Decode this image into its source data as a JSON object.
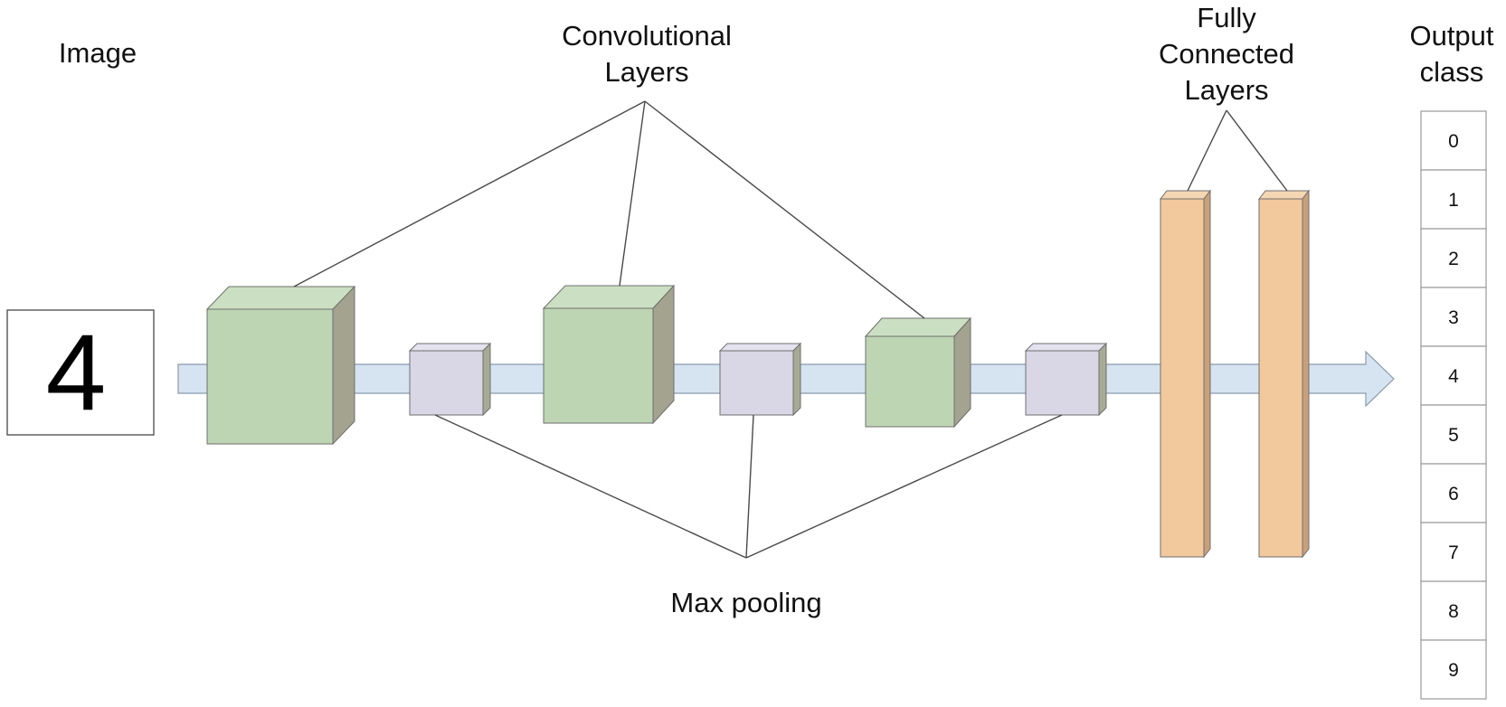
{
  "labels": {
    "image": "Image",
    "conv_line1": "Convolutional",
    "conv_line2": "Layers",
    "fc_line1": "Fully",
    "fc_line2": "Connected",
    "fc_line3": "Layers",
    "output_line1": "Output",
    "output_line2": "class",
    "max_pooling": "Max pooling"
  },
  "input_image": {
    "digit": "4"
  },
  "output_classes": [
    "0",
    "1",
    "2",
    "3",
    "4",
    "5",
    "6",
    "7",
    "8",
    "9"
  ],
  "colors": {
    "arrow_fill": "#d6e4f2",
    "arrow_stroke": "#8a9aaa",
    "conv_front": "#bdd5b3",
    "conv_top": "#cbe0c2",
    "conv_side": "#a3a38f",
    "pool_front": "#d9d6e6",
    "pool_top": "#e4e2ee",
    "pool_side": "#a7ab95",
    "fc_front": "#f2c99d",
    "fc_top": "#f5d6b2",
    "fc_side": "#c9a07a",
    "edge_stroke": "#6f6f6f",
    "leader_line": "#4a4a4a"
  }
}
